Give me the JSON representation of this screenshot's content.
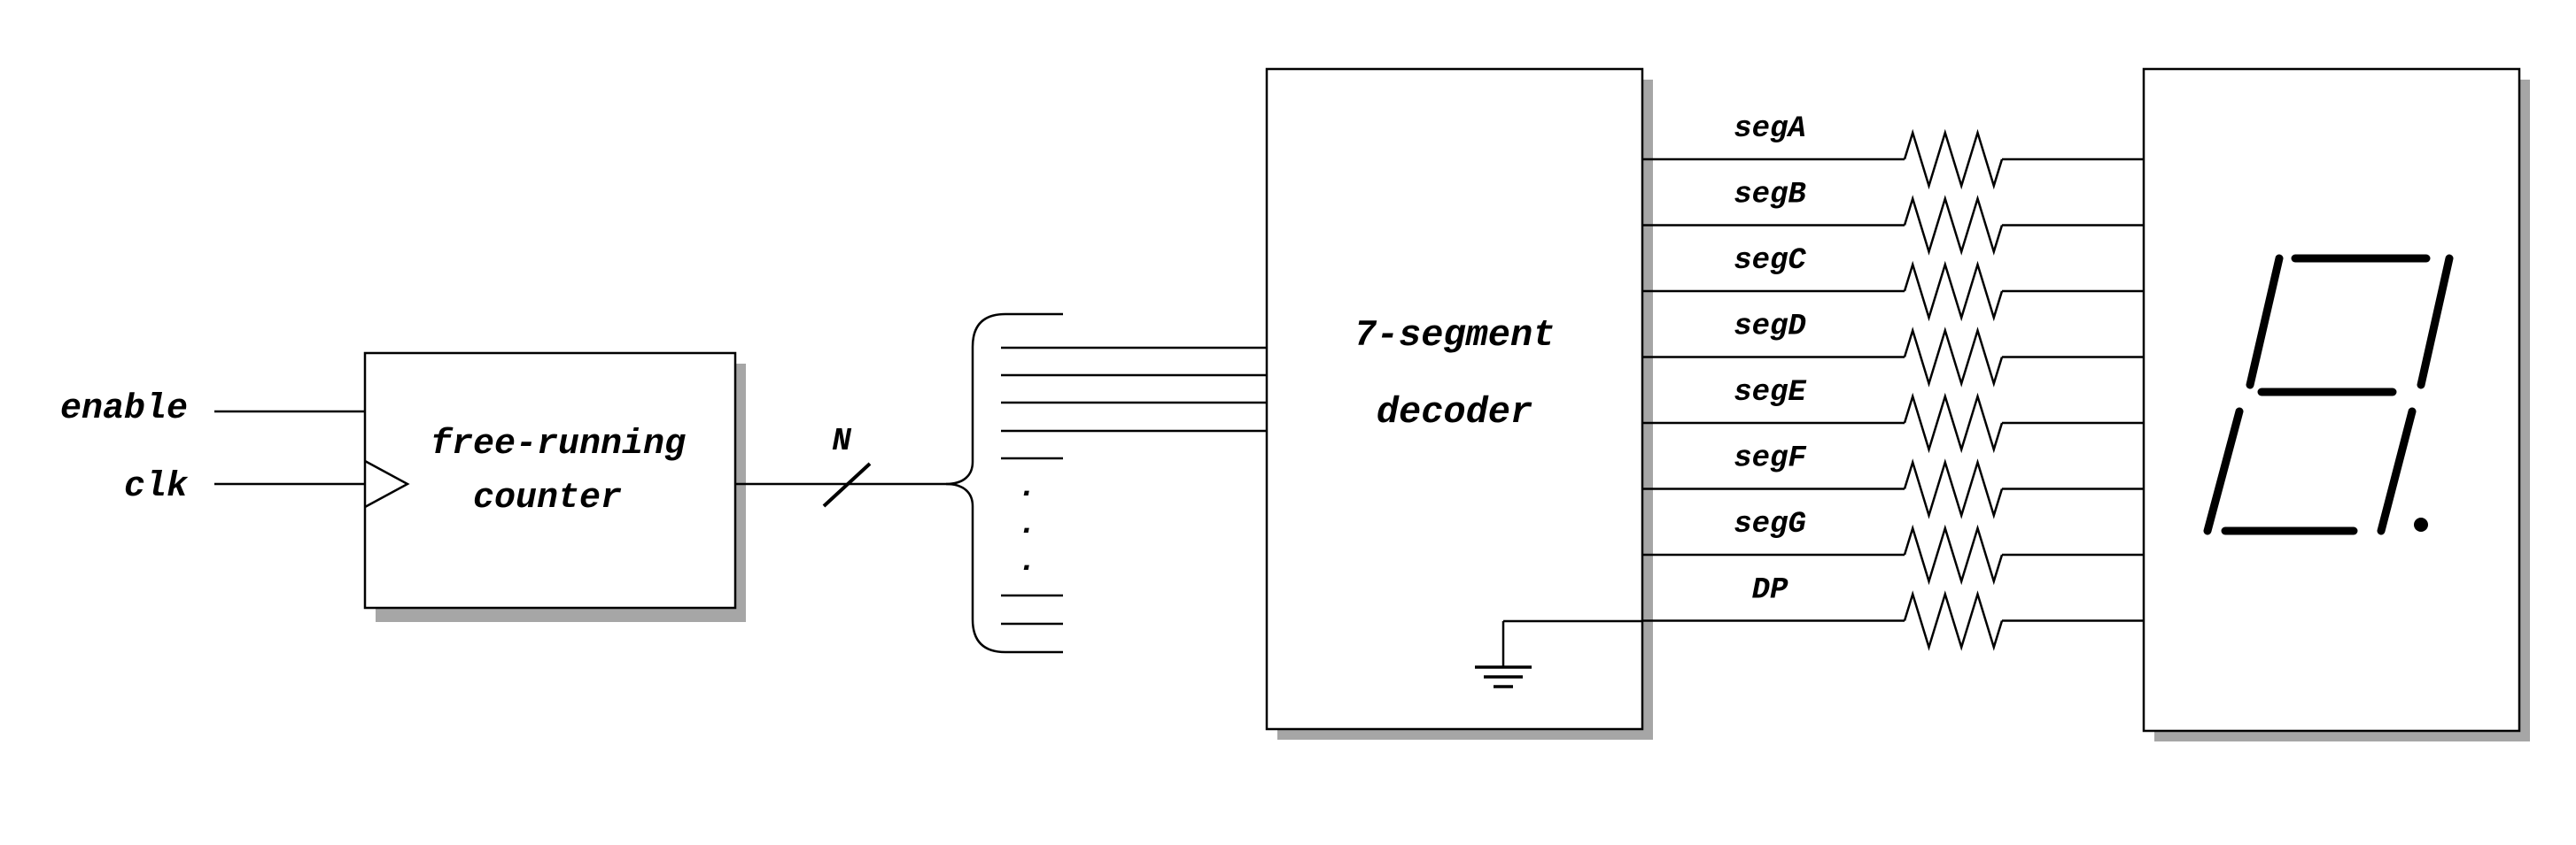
{
  "inputs": {
    "enable": "enable",
    "clk": "clk"
  },
  "counter": {
    "line1": "free-running",
    "line2": "counter"
  },
  "bus_label": "N",
  "decoder": {
    "line1": "7-segment",
    "line2": "decoder"
  },
  "outputs": [
    "segA",
    "segB",
    "segC",
    "segD",
    "segE",
    "segF",
    "segG",
    "DP"
  ],
  "ellipsis": ".",
  "colors": {
    "line": "#000000",
    "shadow": "#a6a6a6",
    "background": "#ffffff"
  },
  "icons": [
    "clock-triangle-icon",
    "ground-icon",
    "resistor-icon",
    "seven-segment-display-icon",
    "bus-slash-icon"
  ]
}
